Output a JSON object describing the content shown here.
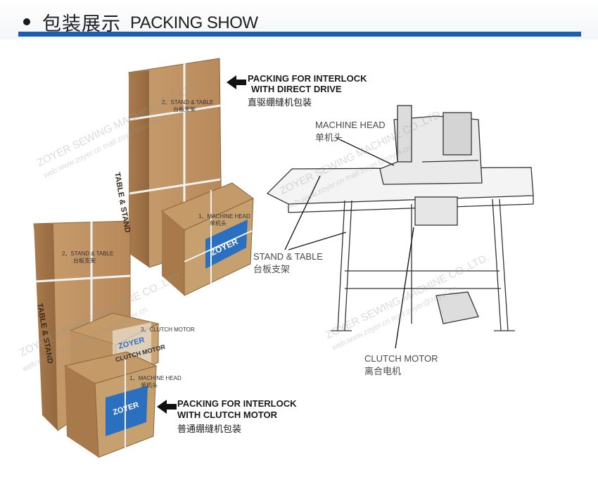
{
  "header": {
    "title_cn": "包装展示",
    "title_en": "PACKING SHOW"
  },
  "labels": {
    "direct_drive_line1": "PACKING FOR  INTERLOCK",
    "direct_drive_line2": "WITH DIRECT DRIVE",
    "direct_drive_cn": "直驱绷缝机包装",
    "clutch_line1": "PACKING FOR  INTERLOCK",
    "clutch_line2": "WITH CLUTCH MOTOR",
    "clutch_cn": "普通绷缝机包装",
    "machine_head": "MACHINE HEAD",
    "machine_head_cn": "单机头",
    "stand_table": "STAND & TABLE",
    "stand_table_cn": "台板支架",
    "clutch_motor": "CLUTCH MOTOR",
    "clutch_motor_cn": "离合电机"
  },
  "box_labels": {
    "tall_box_a": "2、STAND & TABLE",
    "tall_box_a_cn": "台板支架",
    "head_box_a": "1、MACHINE HEAD",
    "head_box_a_cn": "单机头",
    "tall_box_b": "2、STAND & TABLE",
    "tall_box_b_cn": "台板支架",
    "motor_box_b": "3、CLUTCH MOTOR",
    "head_box_b": "1、MACHINE HEAD",
    "head_box_b_cn": "单机头",
    "brand": "ZOYER",
    "motor_brand_text": "CLUTCH MOTOR",
    "side_print": "TABLE & STAND"
  },
  "watermark": {
    "company": "ZOYER SEWING MACHINE CO.,LTD.",
    "web": "web:www.zoyer.cn  mail:zoyer@zoyer.cn"
  }
}
